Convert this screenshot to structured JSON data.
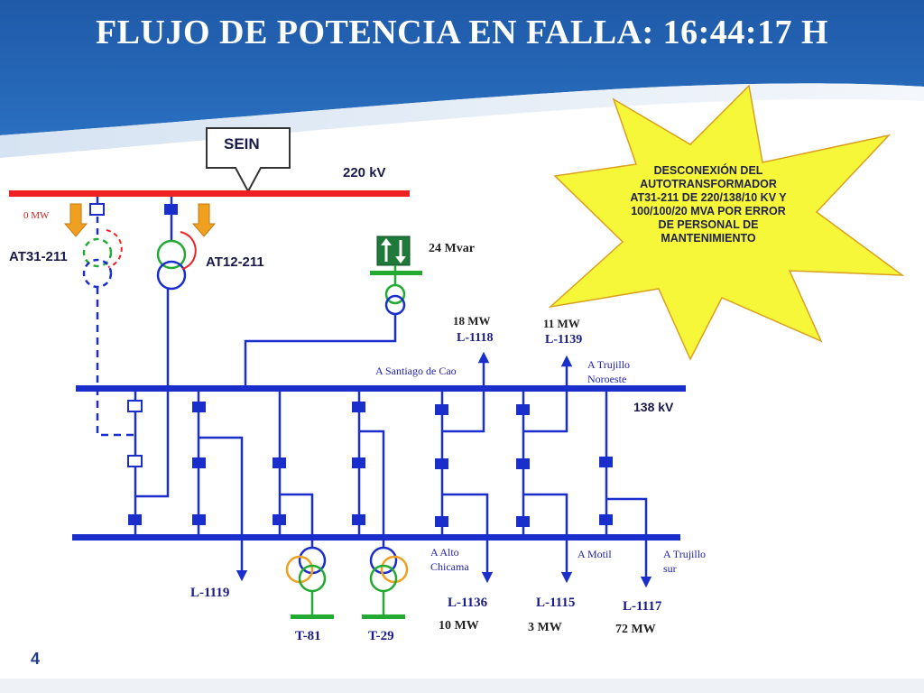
{
  "title": "FLUJO DE POTENCIA EN FALLA: 16:44:17 H",
  "page_number": "4",
  "callout": {
    "lines": [
      "DESCONEXIÓN DEL",
      "AUTOTRANSFORMADOR",
      "AT31-211 DE 220/138/10 KV Y",
      "100/100/20 MVA POR ERROR",
      "DE PERSONAL DE",
      "MANTENIMIENTO"
    ]
  },
  "colors": {
    "bus_220": "#ee2222",
    "bus_138": "#1a2ecc",
    "line": "#1a2ecc",
    "orange": "#f0a020",
    "green": "#22aa33",
    "star_fill": "#f7f73a"
  },
  "labels": {
    "sein": "SEIN",
    "kv220": "220 kV",
    "kv138": "138 kV",
    "zero_mw": "0 MW",
    "at31": "AT31-211",
    "at12": "AT12-211",
    "mvar24": "24 Mvar",
    "l1118_mw": "18 MW",
    "l1118": "L-1118",
    "l1139_mw": "11 MW",
    "l1139": "L-1139",
    "santiago": "A Santiago de Cao",
    "trujillo_no_1": "A Trujillo",
    "trujillo_no_2": "Noroeste",
    "alto_1": "A Alto",
    "alto_2": "Chicama",
    "motil": "A Motil",
    "trujillo_sur_1": "A Trujillo",
    "trujillo_sur_2": "sur",
    "l1119": "L-1119",
    "l1136": "L-1136",
    "l1115": "L-1115",
    "l1117": "L-1117",
    "l1136_mw": "10 MW",
    "l1115_mw": "3 MW",
    "l1117_mw": "72 MW",
    "t81": "T-81",
    "t29": "T-29"
  }
}
